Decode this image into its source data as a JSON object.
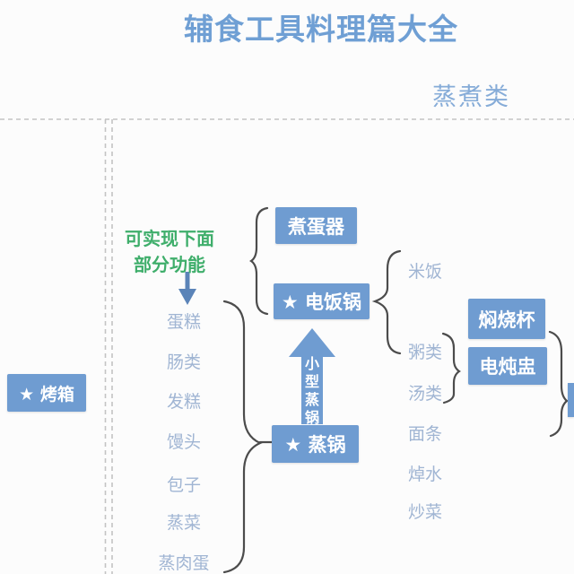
{
  "title": "辅食工具料理篇大全",
  "category_label": "蒸煮类",
  "note": {
    "line1": "可实现下面",
    "line2": "部分功能"
  },
  "boxes": {
    "oven": "★ 烤箱",
    "egg_cooker": "煮蛋器",
    "rice_cooker": "★ 电饭锅",
    "steamer": "★ 蒸锅",
    "thermal_cup": "焖烧杯",
    "stew_pot": "电炖盅"
  },
  "steam_arrow": {
    "label": "小型蒸锅",
    "chars": [
      "小",
      "型",
      "蒸",
      "锅"
    ]
  },
  "left_list": [
    "蛋糕",
    "肠类",
    "发糕",
    "馒头",
    "包子",
    "蒸菜",
    "蒸肉蛋"
  ],
  "right_list": [
    "米饭",
    "粥类",
    "汤类",
    "面条",
    "焯水",
    "炒菜"
  ],
  "colors": {
    "background": "#fcfcfc",
    "box_blue": "#6f9cd1",
    "title_blue": "#6f9fd4",
    "category_blue": "#86acd8",
    "list_text": "#a0b5d3",
    "note_green": "#3fae6b",
    "arrow_blue": "#5b84b8",
    "brace_gray": "#4c4c4c",
    "dash_gray": "#c3c3c3"
  }
}
